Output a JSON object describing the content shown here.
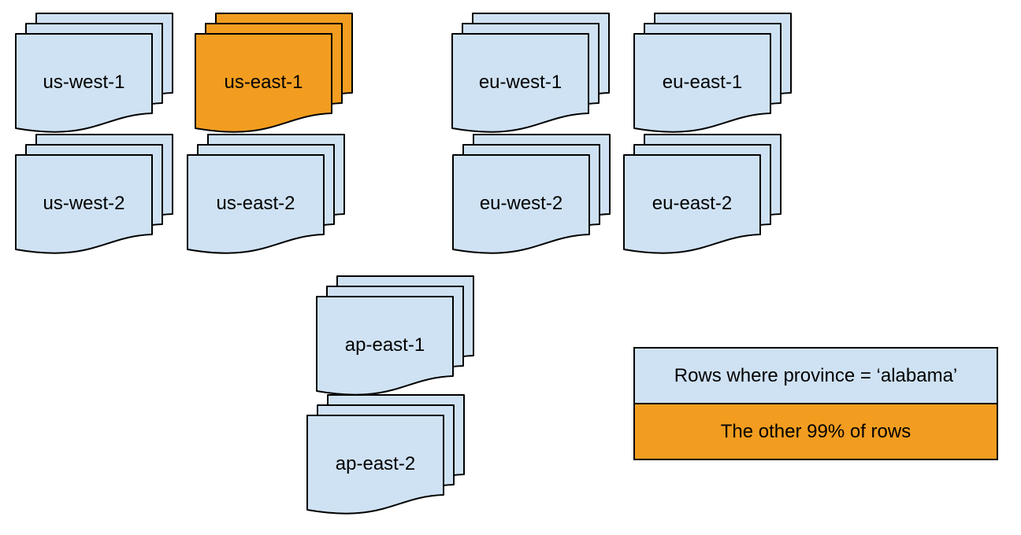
{
  "colors": {
    "document_blue": "#CFE2F3",
    "document_orange": "#F29D20",
    "outline": "#000000",
    "text": "#000000",
    "background": "#FFFFFF"
  },
  "stacks": [
    {
      "label": "us-west-1",
      "variant": "blue"
    },
    {
      "label": "us-east-1",
      "variant": "orange"
    },
    {
      "label": "eu-west-1",
      "variant": "blue"
    },
    {
      "label": "eu-east-1",
      "variant": "blue"
    },
    {
      "label": "us-west-2",
      "variant": "blue"
    },
    {
      "label": "us-east-2",
      "variant": "blue"
    },
    {
      "label": "eu-west-2",
      "variant": "blue"
    },
    {
      "label": "eu-east-2",
      "variant": "blue"
    },
    {
      "label": "ap-east-1",
      "variant": "blue"
    },
    {
      "label": "ap-east-2",
      "variant": "blue"
    }
  ],
  "legend": {
    "items": [
      {
        "label": "Rows where province = ‘alabama’",
        "variant": "blue"
      },
      {
        "label": "The other 99% of rows",
        "variant": "orange"
      }
    ]
  }
}
